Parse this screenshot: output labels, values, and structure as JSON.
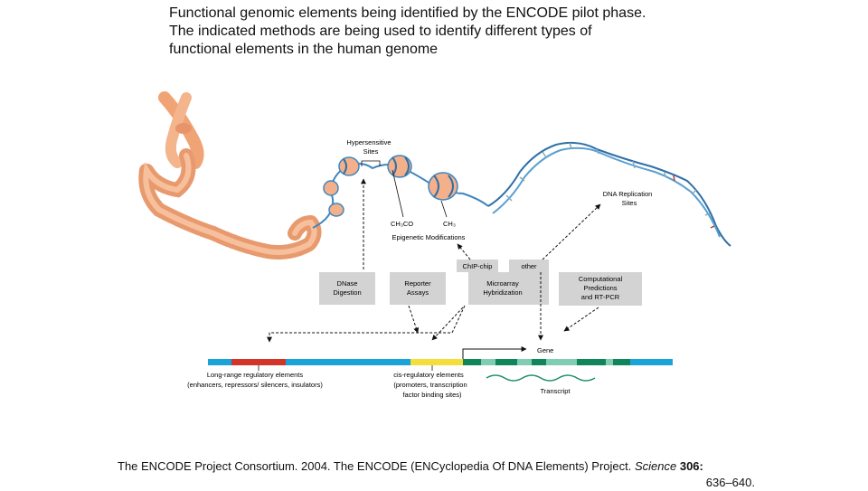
{
  "title": {
    "line1": "Functional genomic elements being identified by the ENCODE pilot phase.",
    "line2": "The indicated methods are being used to identify different types of",
    "line3": "functional elements in the human genome"
  },
  "labels": {
    "hypersensitive_1": "Hypersensitive",
    "hypersensitive_2": "Sites",
    "ch3co": "CH₃CO",
    "ch3": "CH₃",
    "epigenetic": "Epigenetic Modifications",
    "dna_replication_1": "DNA Replication",
    "dna_replication_2": "Sites",
    "chip_chip": "ChIP-chip",
    "other": "other",
    "gene": "Gene",
    "long_range_1": "Long-range regulatory elements",
    "long_range_2": "(enhancers, repressors/ silencers, insulators)",
    "cis_1": "cis-regulatory elements",
    "cis_2": "(promoters, transcription",
    "cis_3": "factor binding sites)",
    "transcript": "Transcript"
  },
  "methods": [
    {
      "line1": "DNase",
      "line2": "Digestion",
      "line3": ""
    },
    {
      "line1": "Reporter",
      "line2": "Assays",
      "line3": ""
    },
    {
      "line1": "Microarray",
      "line2": "Hybridization",
      "line3": ""
    },
    {
      "line1": "Computational",
      "line2": "Predictions",
      "line3": "and RT-PCR"
    }
  ],
  "citation": {
    "line1_pre": "The ENCODE Project Consortium. 2004. The ENCODE (ENCyclopedia Of DNA Elements) Project. ",
    "journal": "Science",
    "volume": "306:",
    "pages": "636–640."
  },
  "colors": {
    "method_box": "#d3d3d3",
    "genome_blue": "#1aa3d9",
    "long_range_red": "#d2342a",
    "cis_yellow": "#f5de3c",
    "gene_dark_green": "#11855a",
    "gene_light_green": "#7fcdb2",
    "chromatin_orange": "#f2a57a",
    "dna_blue": "#4a90c2"
  }
}
